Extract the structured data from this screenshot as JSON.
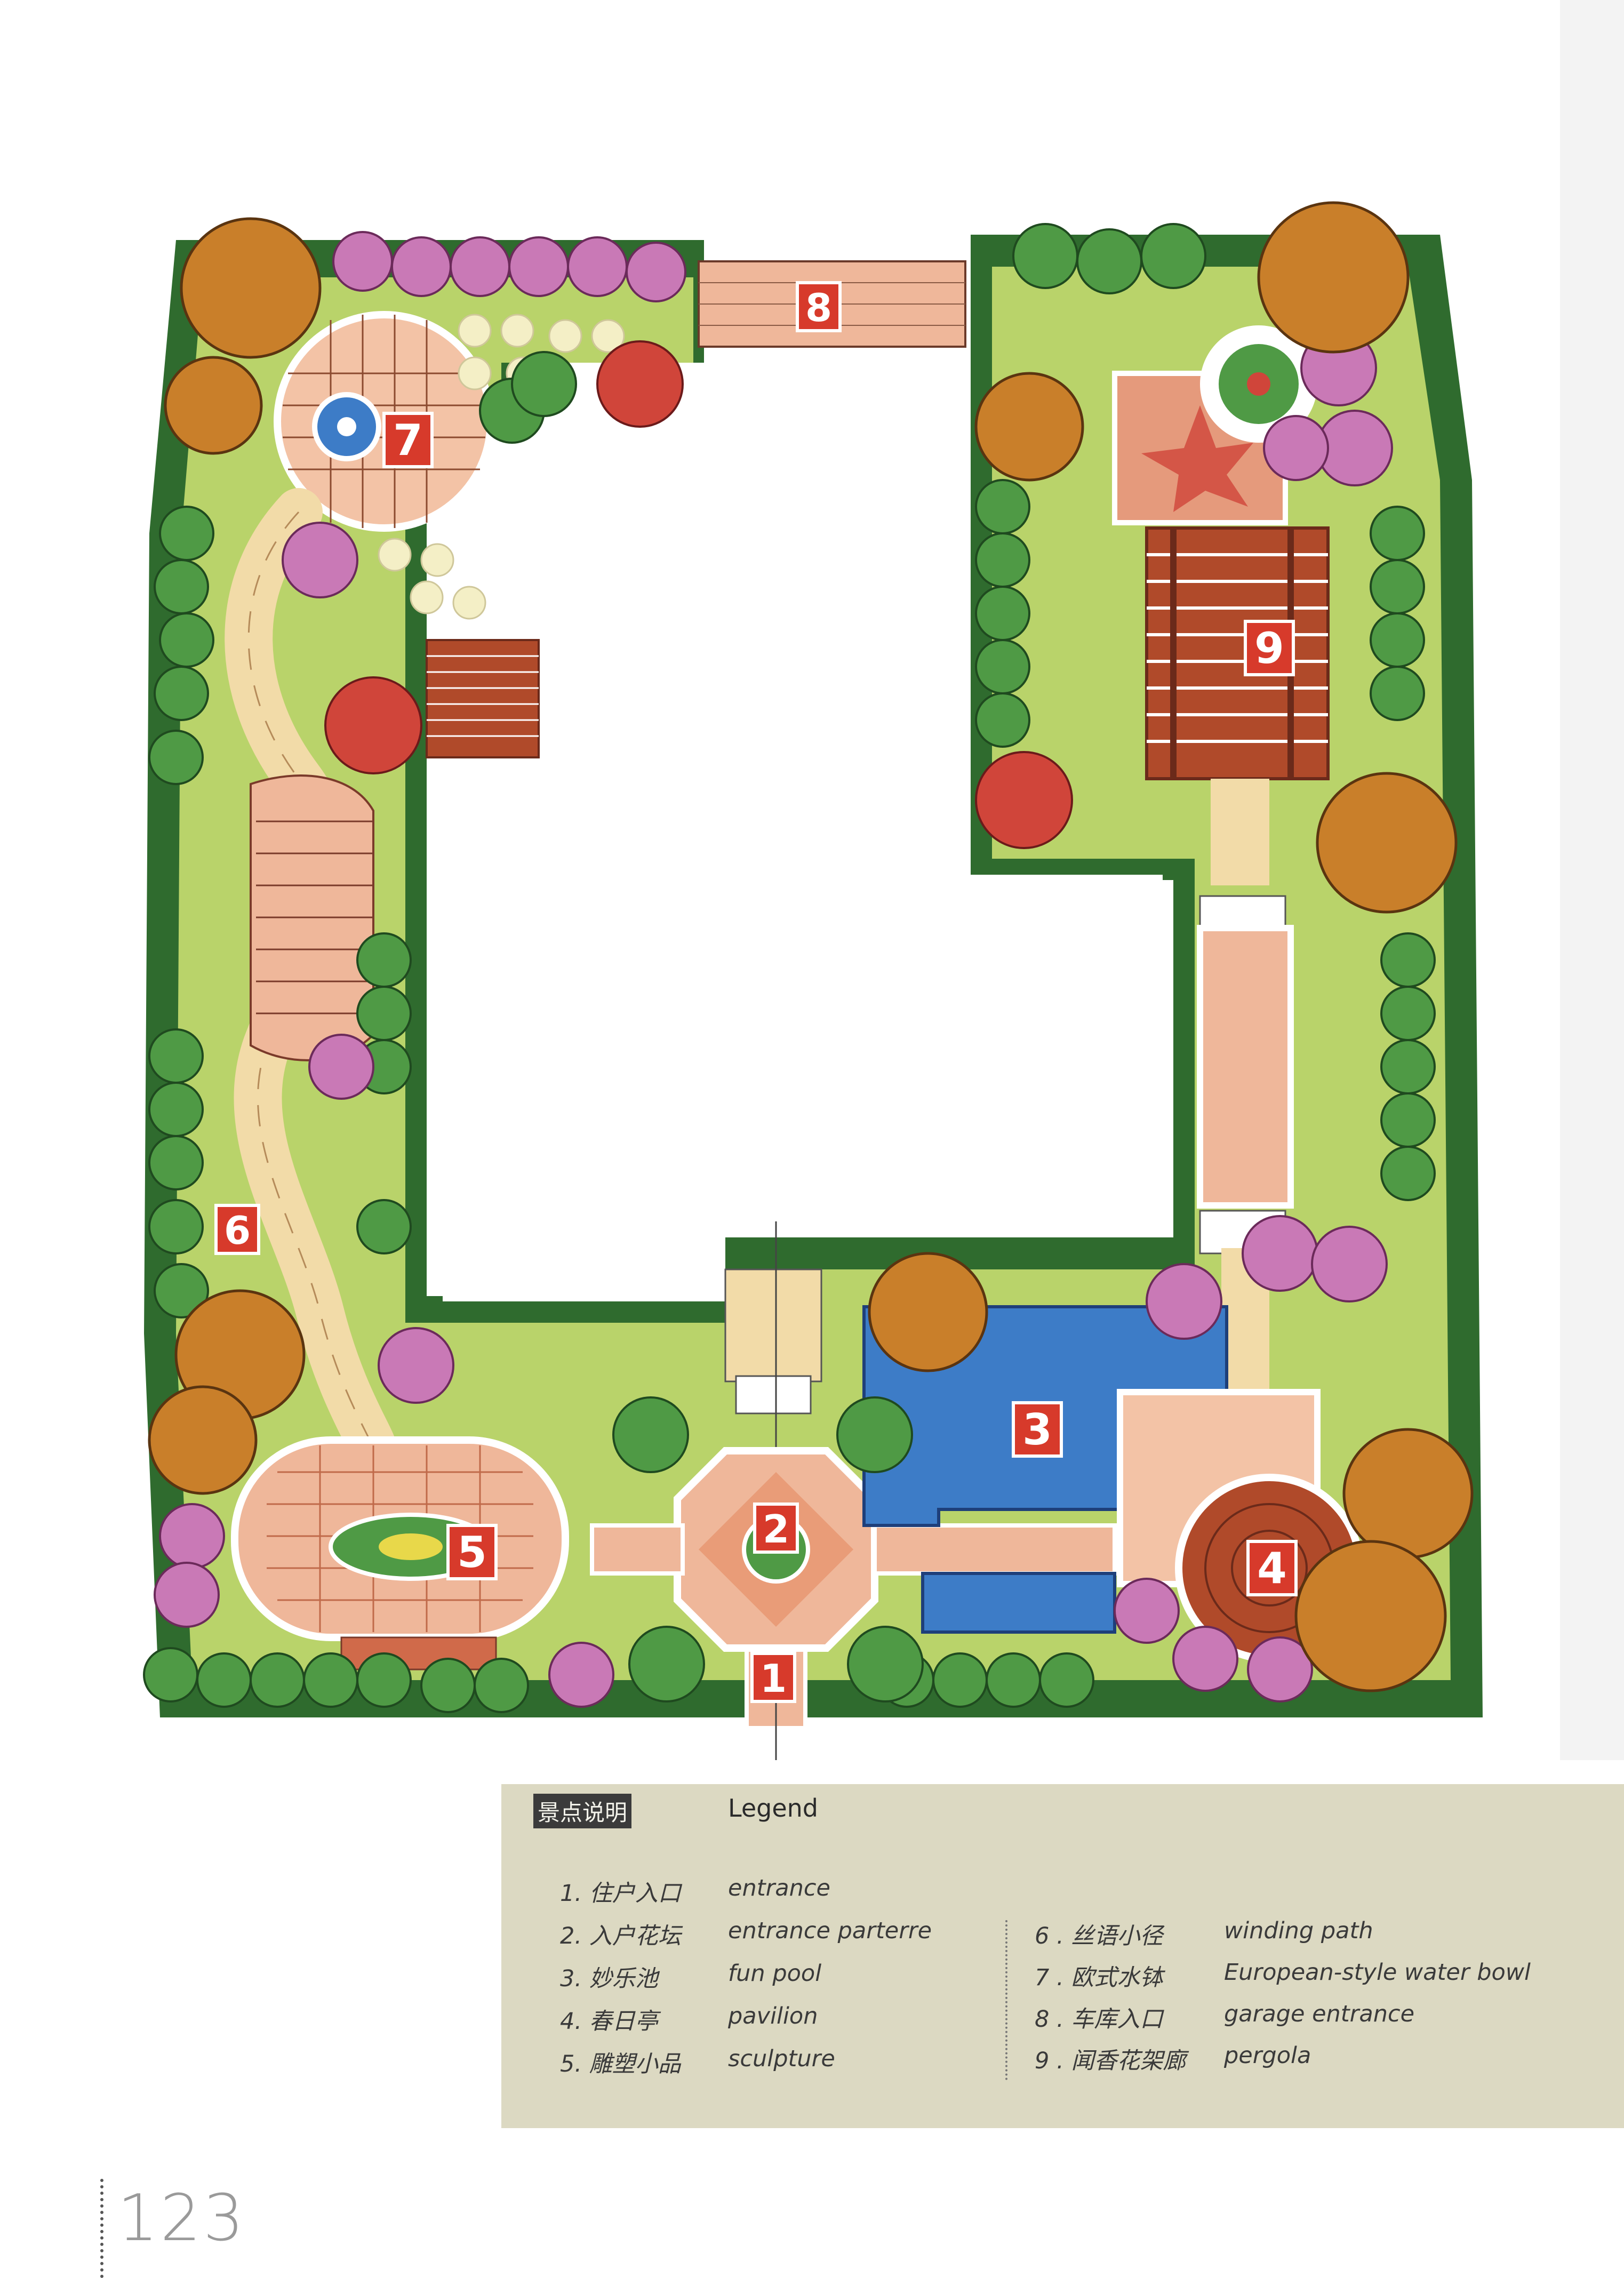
{
  "markers": {
    "m1": "1",
    "m2": "2",
    "m3": "3",
    "m4": "4",
    "m5": "5",
    "m6": "6",
    "m7": "7",
    "m8": "8",
    "m9": "9"
  },
  "legend": {
    "title_zh": "景点说明",
    "title_en": "Legend",
    "items": [
      {
        "num": "1.",
        "zh": "住户入口",
        "en": "entrance"
      },
      {
        "num": "2.",
        "zh": "入户花坛",
        "en": "entrance parterre"
      },
      {
        "num": "3.",
        "zh": "妙乐池",
        "en": "fun pool"
      },
      {
        "num": "4.",
        "zh": "春日亭",
        "en": "pavilion"
      },
      {
        "num": "5.",
        "zh": "雕塑小品",
        "en": "sculpture"
      },
      {
        "num": "6 .",
        "zh": "丝语小径",
        "en": "winding path"
      },
      {
        "num": "7 .",
        "zh": "欧式水钵",
        "en": "European-style water bowl"
      },
      {
        "num": "8 .",
        "zh": "车库入口",
        "en": "garage entrance"
      },
      {
        "num": "9 .",
        "zh": "闻香花架廊",
        "en": "pergola"
      }
    ]
  },
  "page_number": "123",
  "colors": {
    "lawn": "#b9d36a",
    "hedge": "#2f6b2e",
    "shrub_green": "#4f9a45",
    "flower_pink": "#c979b6",
    "tree_orange": "#c97f2a",
    "red_shrub": "#d0453a",
    "paving": "#efb79a",
    "water": "#3d7cc7",
    "wood": "#b04a2a",
    "marker_red": "#d73a2b",
    "legend_bg": "#dcd9c2"
  }
}
